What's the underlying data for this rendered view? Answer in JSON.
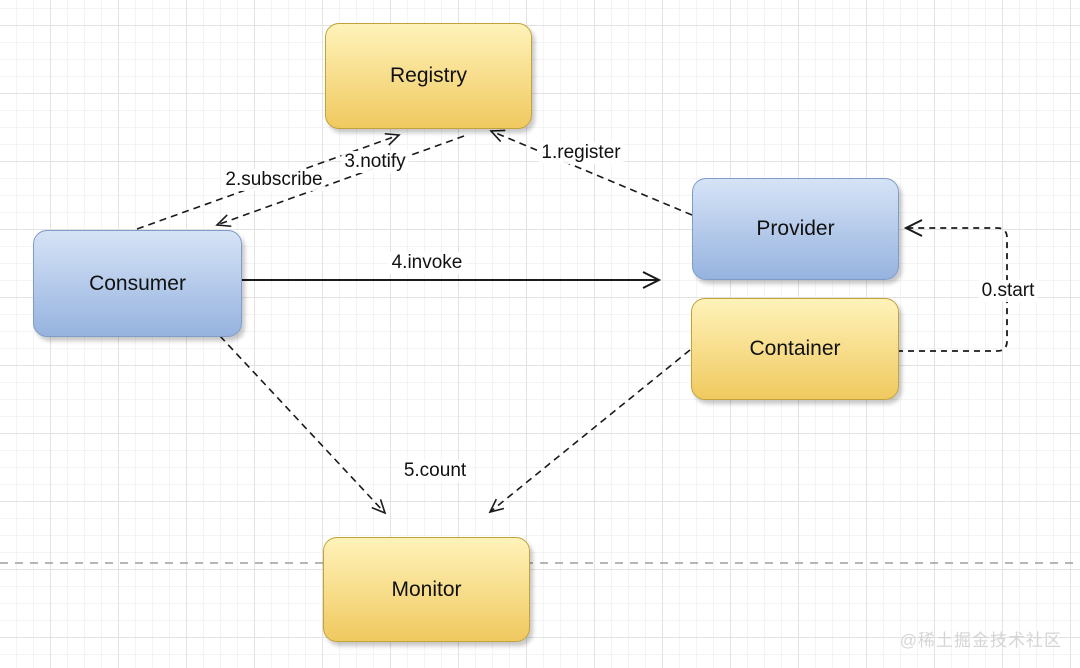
{
  "nodes": {
    "registry": {
      "label": "Registry",
      "color": "yellow"
    },
    "consumer": {
      "label": "Consumer",
      "color": "blue"
    },
    "provider": {
      "label": "Provider",
      "color": "blue"
    },
    "container": {
      "label": "Container",
      "color": "yellow"
    },
    "monitor": {
      "label": "Monitor",
      "color": "yellow"
    }
  },
  "edges": {
    "start": {
      "label": "0.start",
      "style": "dashed",
      "from": "container",
      "to": "provider"
    },
    "register": {
      "label": "1.register",
      "style": "dashed",
      "from": "provider",
      "to": "registry"
    },
    "subscribe": {
      "label": "2.subscribe",
      "style": "dashed",
      "from": "consumer",
      "to": "registry"
    },
    "notify": {
      "label": "3.notify",
      "style": "dashed",
      "from": "registry",
      "to": "consumer"
    },
    "invoke": {
      "label": "4.invoke",
      "style": "solid",
      "from": "consumer",
      "to": "provider"
    },
    "count": {
      "label": "5.count",
      "style": "dashed",
      "from": [
        "consumer",
        "container"
      ],
      "to": "monitor"
    }
  },
  "watermark": {
    "text": "@稀土掘金技术社区"
  },
  "colors": {
    "node_yellow_top": "#FFF3BA",
    "node_yellow_bottom": "#F0C95F",
    "node_yellow_border": "#C2A23B",
    "node_blue_top": "#D6E3F6",
    "node_blue_bottom": "#96B3DF",
    "node_blue_border": "#7E9CC7",
    "edge_stroke": "#1a1a1a",
    "pagebreak_line": "#9e9e9e",
    "grid_major": "#e3e3e3",
    "grid_minor": "#f4f4f4",
    "watermark_text": "#d5d5d5"
  }
}
